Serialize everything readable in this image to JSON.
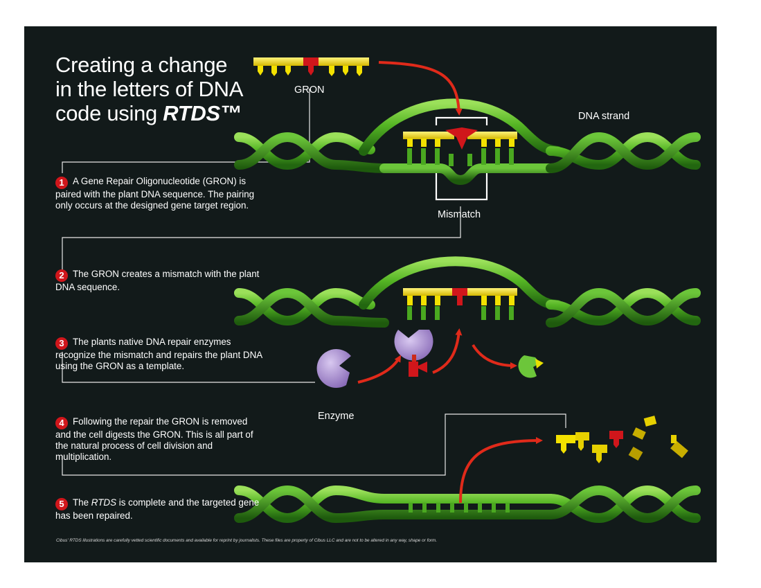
{
  "title": {
    "line1": "Creating a change",
    "line2": "in the letters of DNA",
    "line3_prefix": "code using ",
    "brand": "RTDS™"
  },
  "labels": {
    "gron": "GRON",
    "dna_strand": "DNA strand",
    "mismatch": "Mismatch",
    "enzyme": "Enzyme"
  },
  "steps": [
    {
      "num": "1",
      "text": "A Gene Repair Oligonucleotide (GRON) is paired with the plant DNA sequence.  The pairing only occurs at the designed gene target region."
    },
    {
      "num": "2",
      "text": "The GRON creates a mismatch with the plant DNA sequence."
    },
    {
      "num": "3",
      "text": "The plants native DNA repair enzymes recognize the mismatch and repairs the plant DNA using the GRON as a template."
    },
    {
      "num": "4",
      "text": "Following the repair the GRON is removed and the cell digests the GRON. This is all part of the natural process of cell division and multiplication."
    },
    {
      "num": "5",
      "text_before": "The ",
      "text_italic": "RTDS",
      "text_after": " is complete and the targeted gene has been repaired."
    }
  ],
  "footer": "Cibus' RTDS illustrations are carefully vetted scientific documents and available for reprint by journalists. These files are property of Cibus LLC and are not to be altered in any way, shape or form.",
  "colors": {
    "background": "#121a1a",
    "dna_green": "#5bbf2a",
    "dna_dark": "#2f7d16",
    "gron_yellow": "#f3e100",
    "mismatch_red": "#d0161b",
    "enzyme_purple": "#b49ad6"
  }
}
